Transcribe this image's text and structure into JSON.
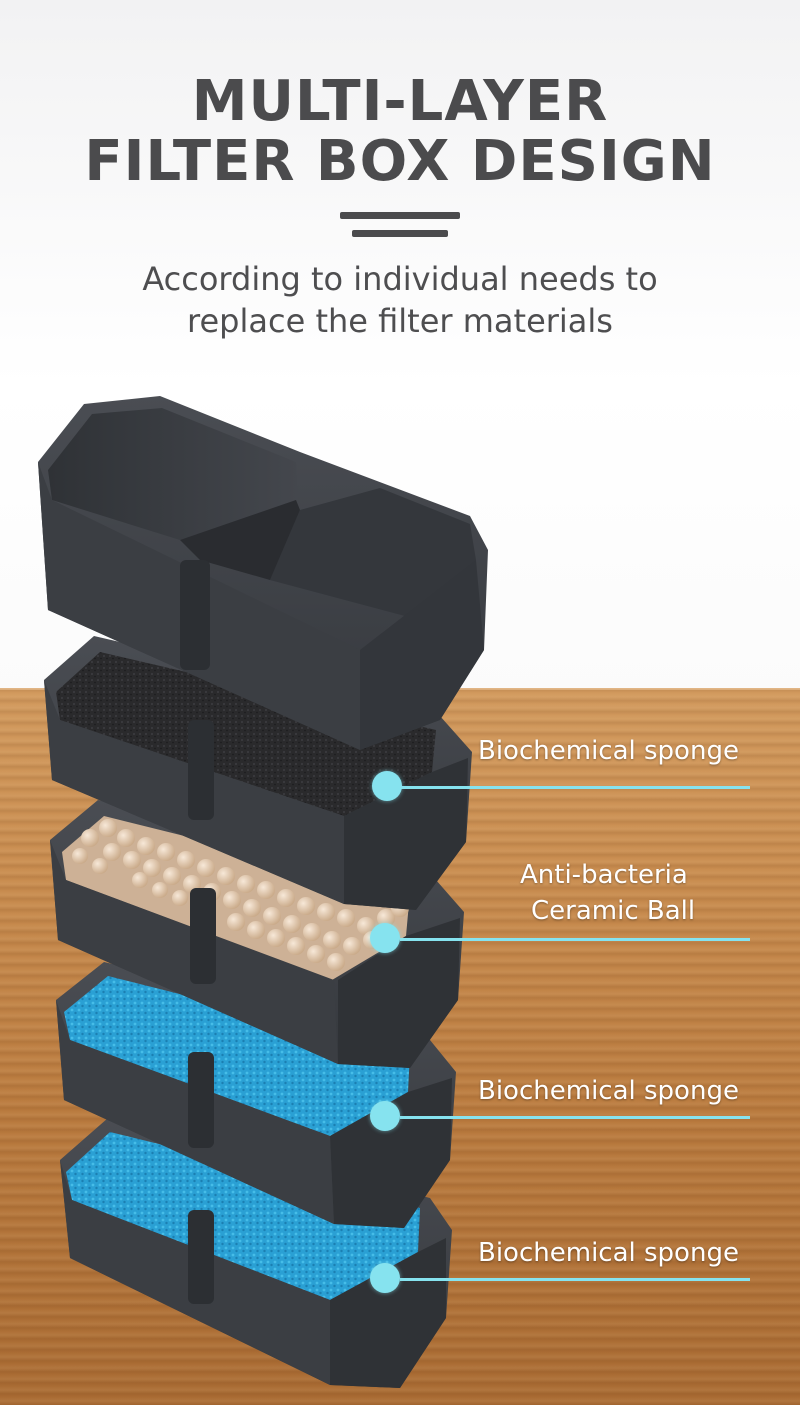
{
  "heading": {
    "line1": "MULTI-LAYER",
    "line2": "FILTER BOX DESIGN"
  },
  "subheading": {
    "line1": "According to individual needs to",
    "line2": "replace the filter materials"
  },
  "callouts": [
    {
      "label": "Biochemical sponge"
    },
    {
      "label_line1": "Anti-bacteria",
      "label_line2": "Ceramic Ball"
    },
    {
      "label": "Biochemical sponge"
    },
    {
      "label": "Biochemical sponge"
    }
  ],
  "colors": {
    "heading": "#4b4b4d",
    "accent": "#86e3ef",
    "tray": "#3f4247",
    "sponge_black": "#2b2b2d",
    "sponge_blue": "#2ba3d6",
    "ceramic": "#e6cdb3"
  }
}
